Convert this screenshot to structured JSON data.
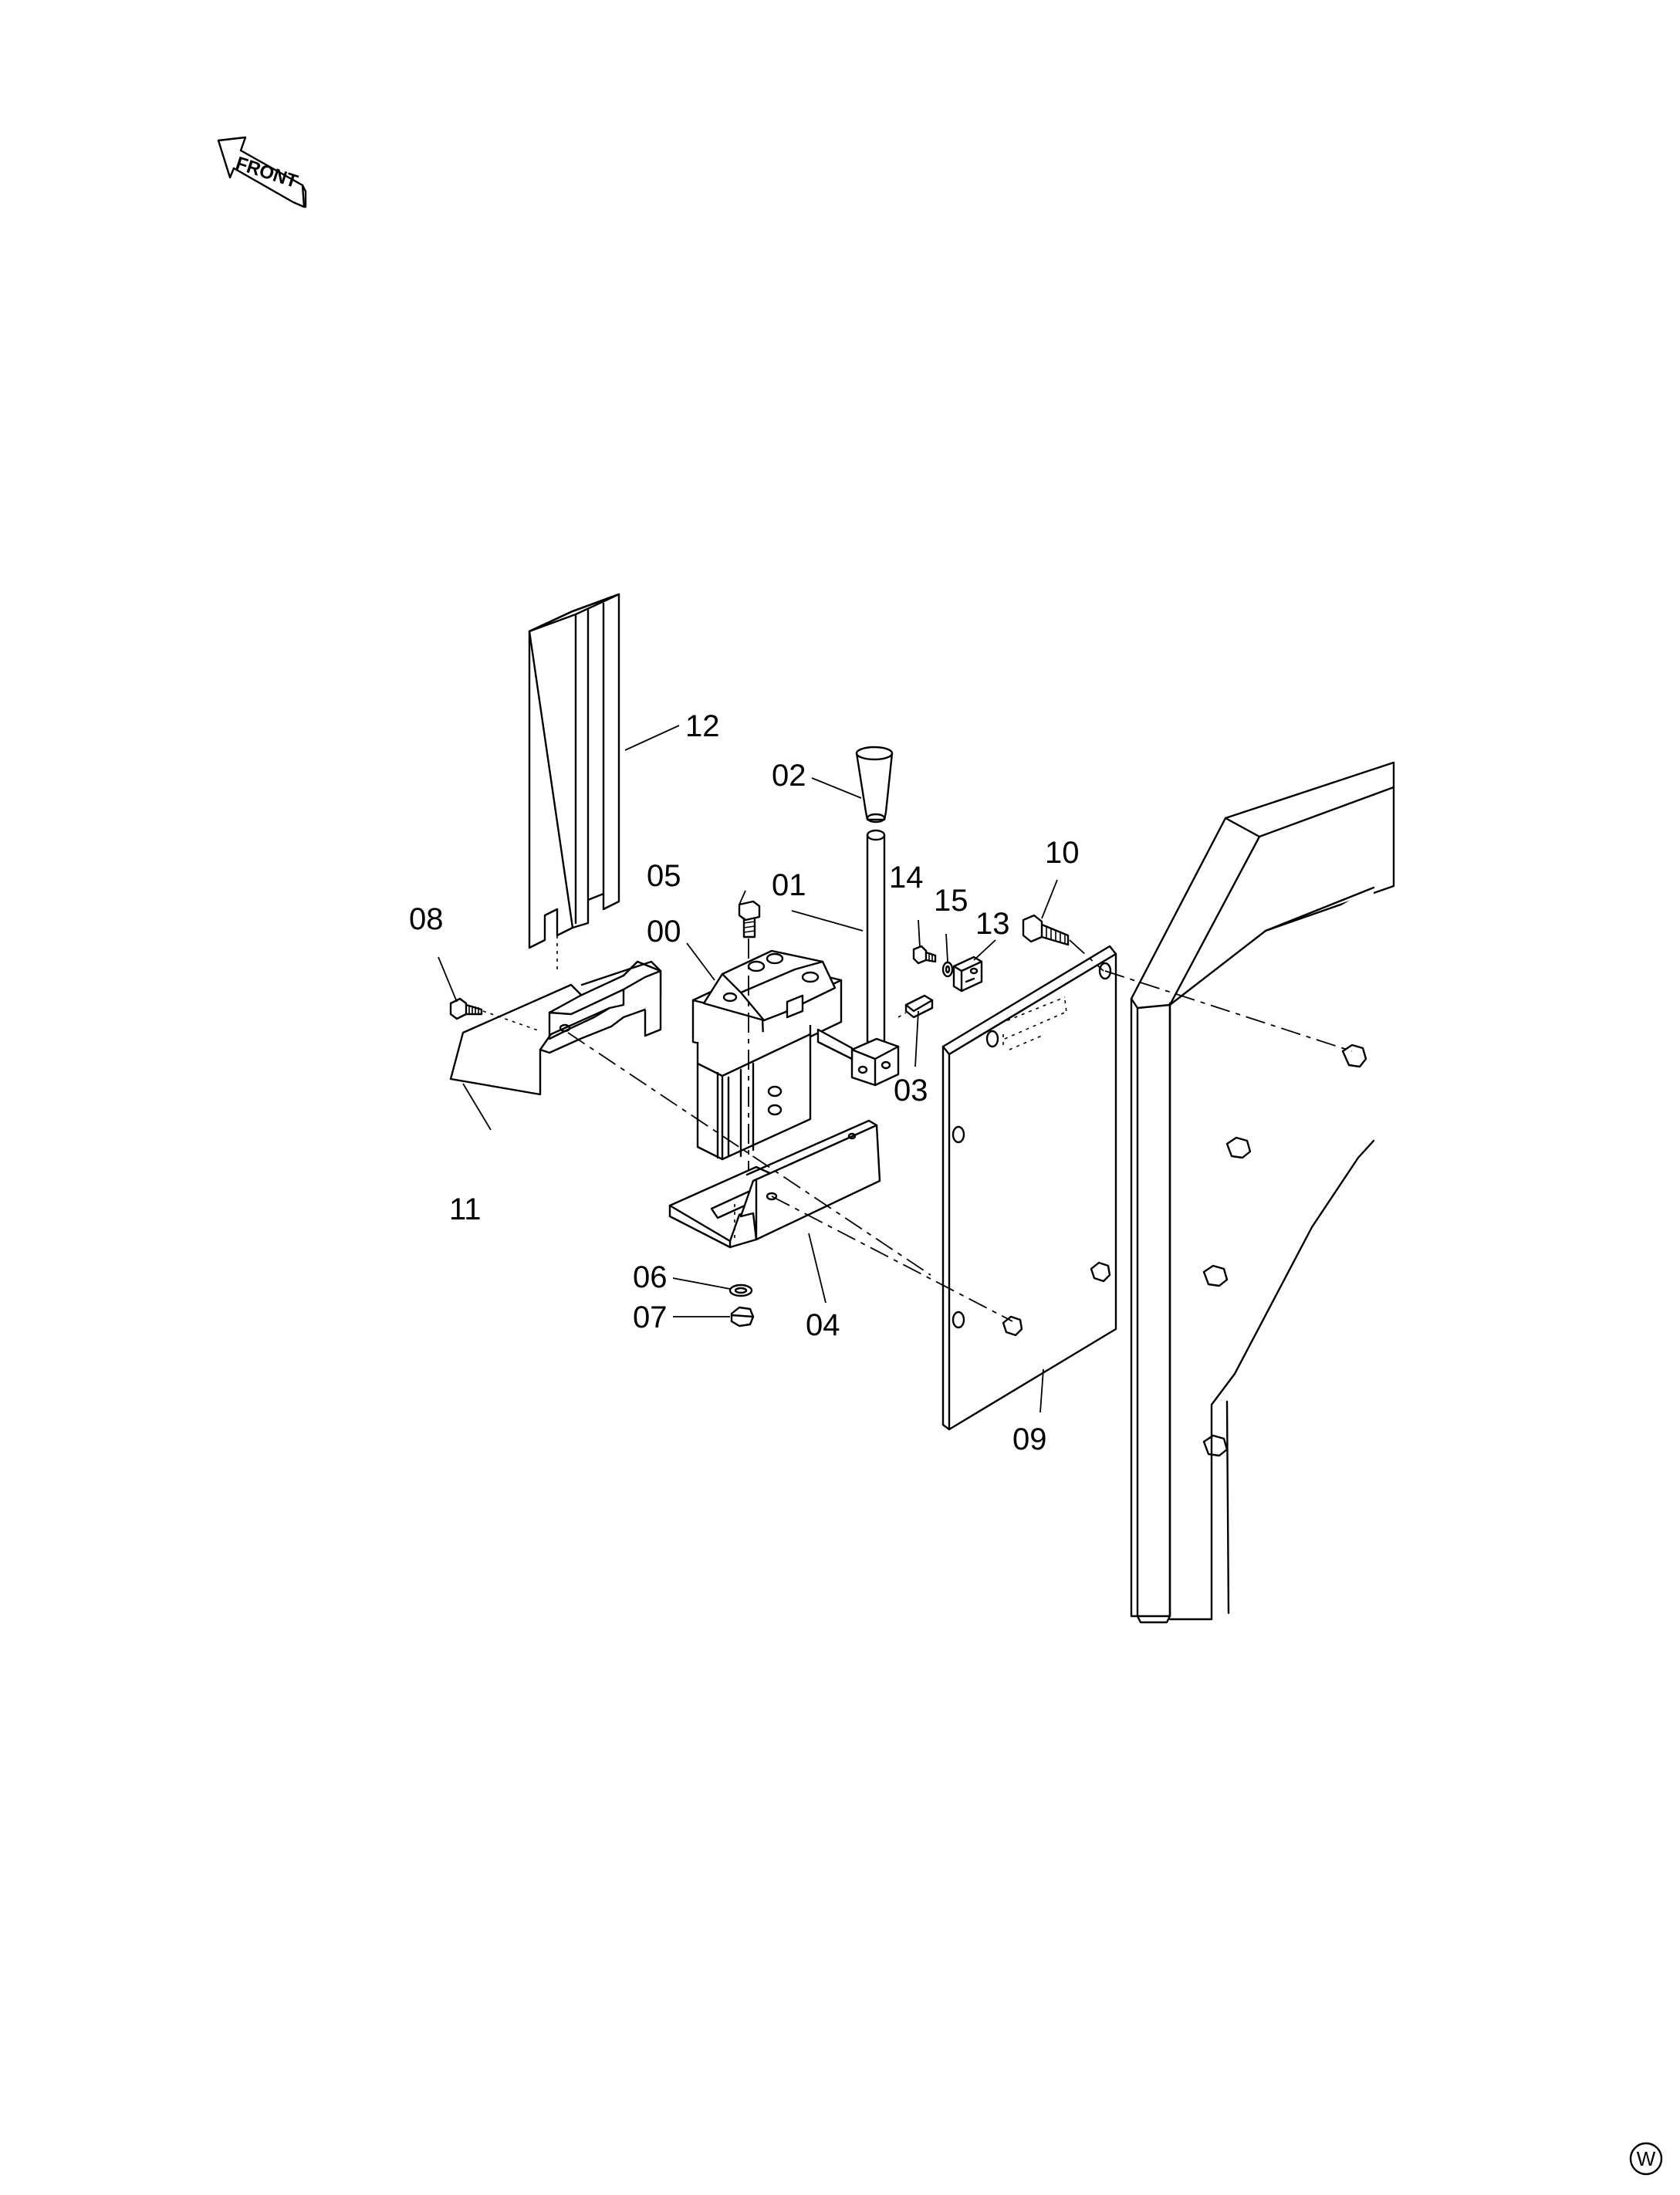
{
  "front_arrow": {
    "label": "FRONT"
  },
  "callouts": [
    {
      "id": "00",
      "label": "00"
    },
    {
      "id": "01",
      "label": "01"
    },
    {
      "id": "02",
      "label": "02"
    },
    {
      "id": "03",
      "label": "03"
    },
    {
      "id": "04",
      "label": "04"
    },
    {
      "id": "05",
      "label": "05"
    },
    {
      "id": "06",
      "label": "06"
    },
    {
      "id": "07",
      "label": "07"
    },
    {
      "id": "08",
      "label": "08"
    },
    {
      "id": "09",
      "label": "09"
    },
    {
      "id": "10",
      "label": "10"
    },
    {
      "id": "11",
      "label": "11"
    },
    {
      "id": "12",
      "label": "12"
    },
    {
      "id": "13",
      "label": "13"
    },
    {
      "id": "14",
      "label": "14"
    },
    {
      "id": "15",
      "label": "15"
    }
  ],
  "corner_mark": {
    "label": "W"
  }
}
